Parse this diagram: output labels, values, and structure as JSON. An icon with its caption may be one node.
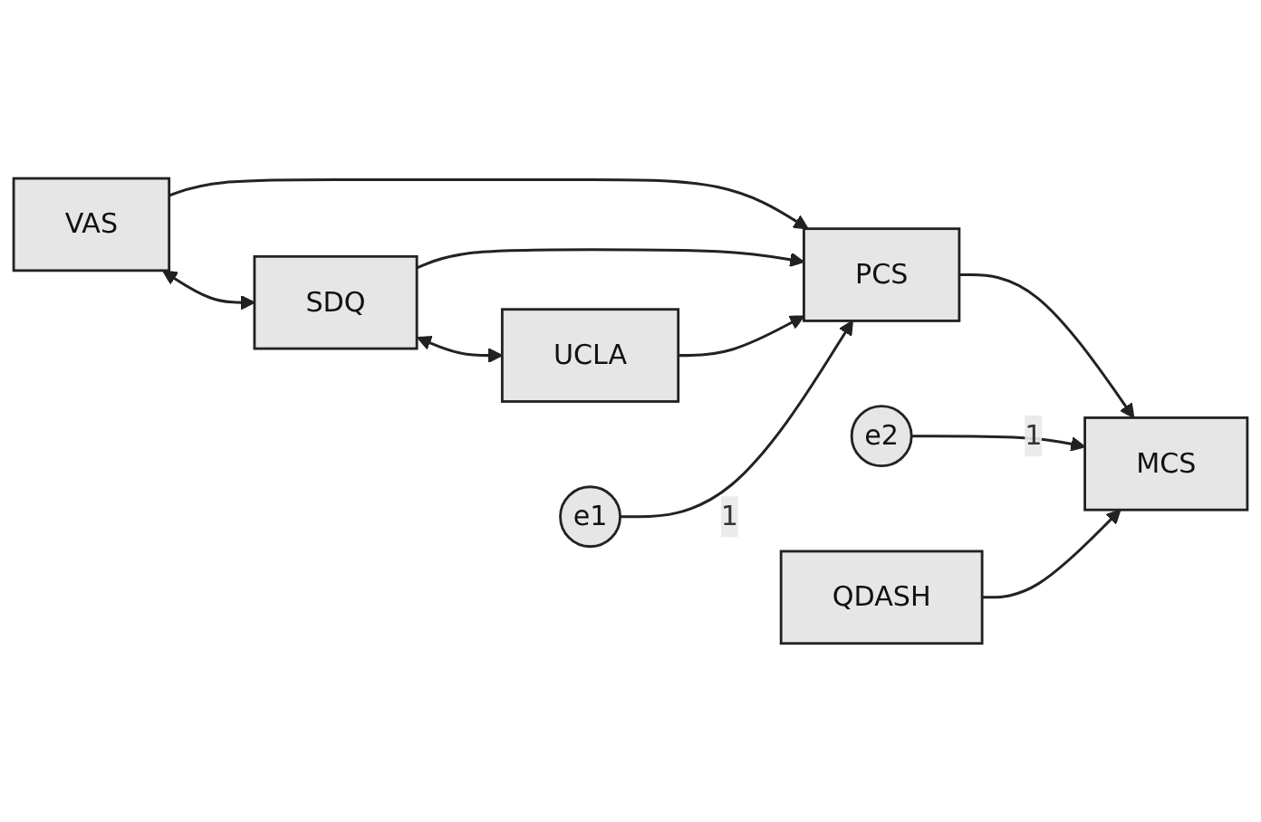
{
  "diagram": {
    "nodes": [
      {
        "text": [
          "VAS"
        ]
      },
      {
        "text": [
          "PCS"
        ]
      },
      {
        "text": [
          "e1"
        ]
      },
      {
        "text": [
          "SDQ"
        ]
      },
      {
        "text": [
          "UCLA"
        ]
      },
      {
        "text": [
          "MCS"
        ]
      },
      {
        "text": [
          "e2"
        ]
      },
      {
        "text": [
          "QDASH"
        ]
      }
    ],
    "edges": [
      {
        "from": 0,
        "to": 1,
        "arrow": "to"
      },
      {
        "from": 3,
        "to": 1,
        "arrow": "to"
      },
      {
        "from": 4,
        "to": 1,
        "arrow": "to"
      },
      {
        "from": 2,
        "to": 1,
        "arrow": "to",
        "label": "1"
      },
      {
        "from": 1,
        "to": 5,
        "arrow": "to"
      },
      {
        "from": 6,
        "to": 5,
        "arrow": "to",
        "label": "1"
      },
      {
        "from": 7,
        "to": 5,
        "arrow": "to"
      },
      {
        "from": 0,
        "to": 3,
        "arrow": "both"
      },
      {
        "from": 3,
        "to": 4,
        "arrow": "both"
      }
    ]
  }
}
